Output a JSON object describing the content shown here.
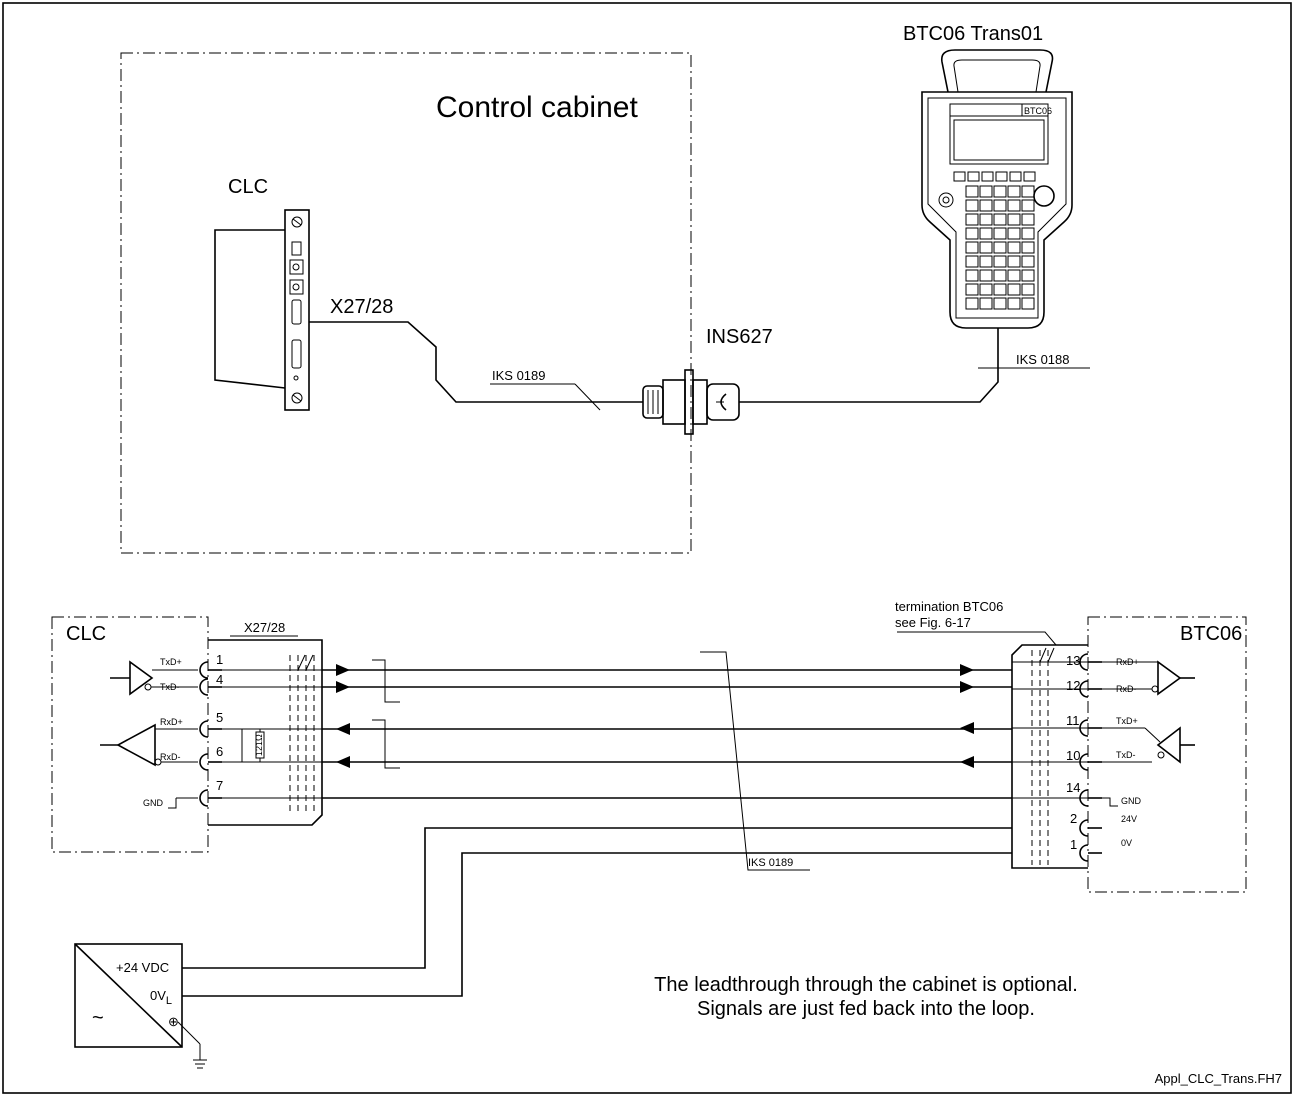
{
  "upper": {
    "cabinet_label": "Control cabinet",
    "clc_label": "CLC",
    "port_label": "X27/28",
    "cable_left": "IKS 0189",
    "leadthrough_label": "INS627",
    "handheld_label": "BTC06 Trans01",
    "cable_right": "IKS 0188",
    "handheld_face_text": "BTC06"
  },
  "lower": {
    "clc_label": "CLC",
    "connector_label": "X27/28",
    "btc_label": "BTC06",
    "termination_line1": "termination BTC06",
    "termination_line2": "see Fig. 6-17",
    "cable_label": "IKS 0189",
    "resistor_label": "121Ω",
    "left_pins": [
      {
        "num": "1",
        "signal": "TxD+"
      },
      {
        "num": "4",
        "signal": "TxD-"
      },
      {
        "num": "5",
        "signal": "RxD+"
      },
      {
        "num": "6",
        "signal": "RxD-"
      },
      {
        "num": "7",
        "signal": "GND"
      }
    ],
    "right_pins": [
      {
        "num": "13",
        "signal": "RxD+"
      },
      {
        "num": "12",
        "signal": "RxD-"
      },
      {
        "num": "11",
        "signal": "TxD+"
      },
      {
        "num": "10",
        "signal": "TxD-"
      },
      {
        "num": "14",
        "signal": "GND"
      },
      {
        "num": "2",
        "signal": "24V"
      },
      {
        "num": "1",
        "signal": "0V"
      }
    ],
    "psu_plus": "+24 VDC",
    "psu_zero": "0V",
    "psu_zero_sub": "L",
    "psu_ac": "~",
    "psu_pe": "⊕"
  },
  "note": {
    "line1": "The leadthrough through the cabinet is optional.",
    "line2": "Signals are just fed back into the loop."
  },
  "filename": "Appl_CLC_Trans.FH7"
}
